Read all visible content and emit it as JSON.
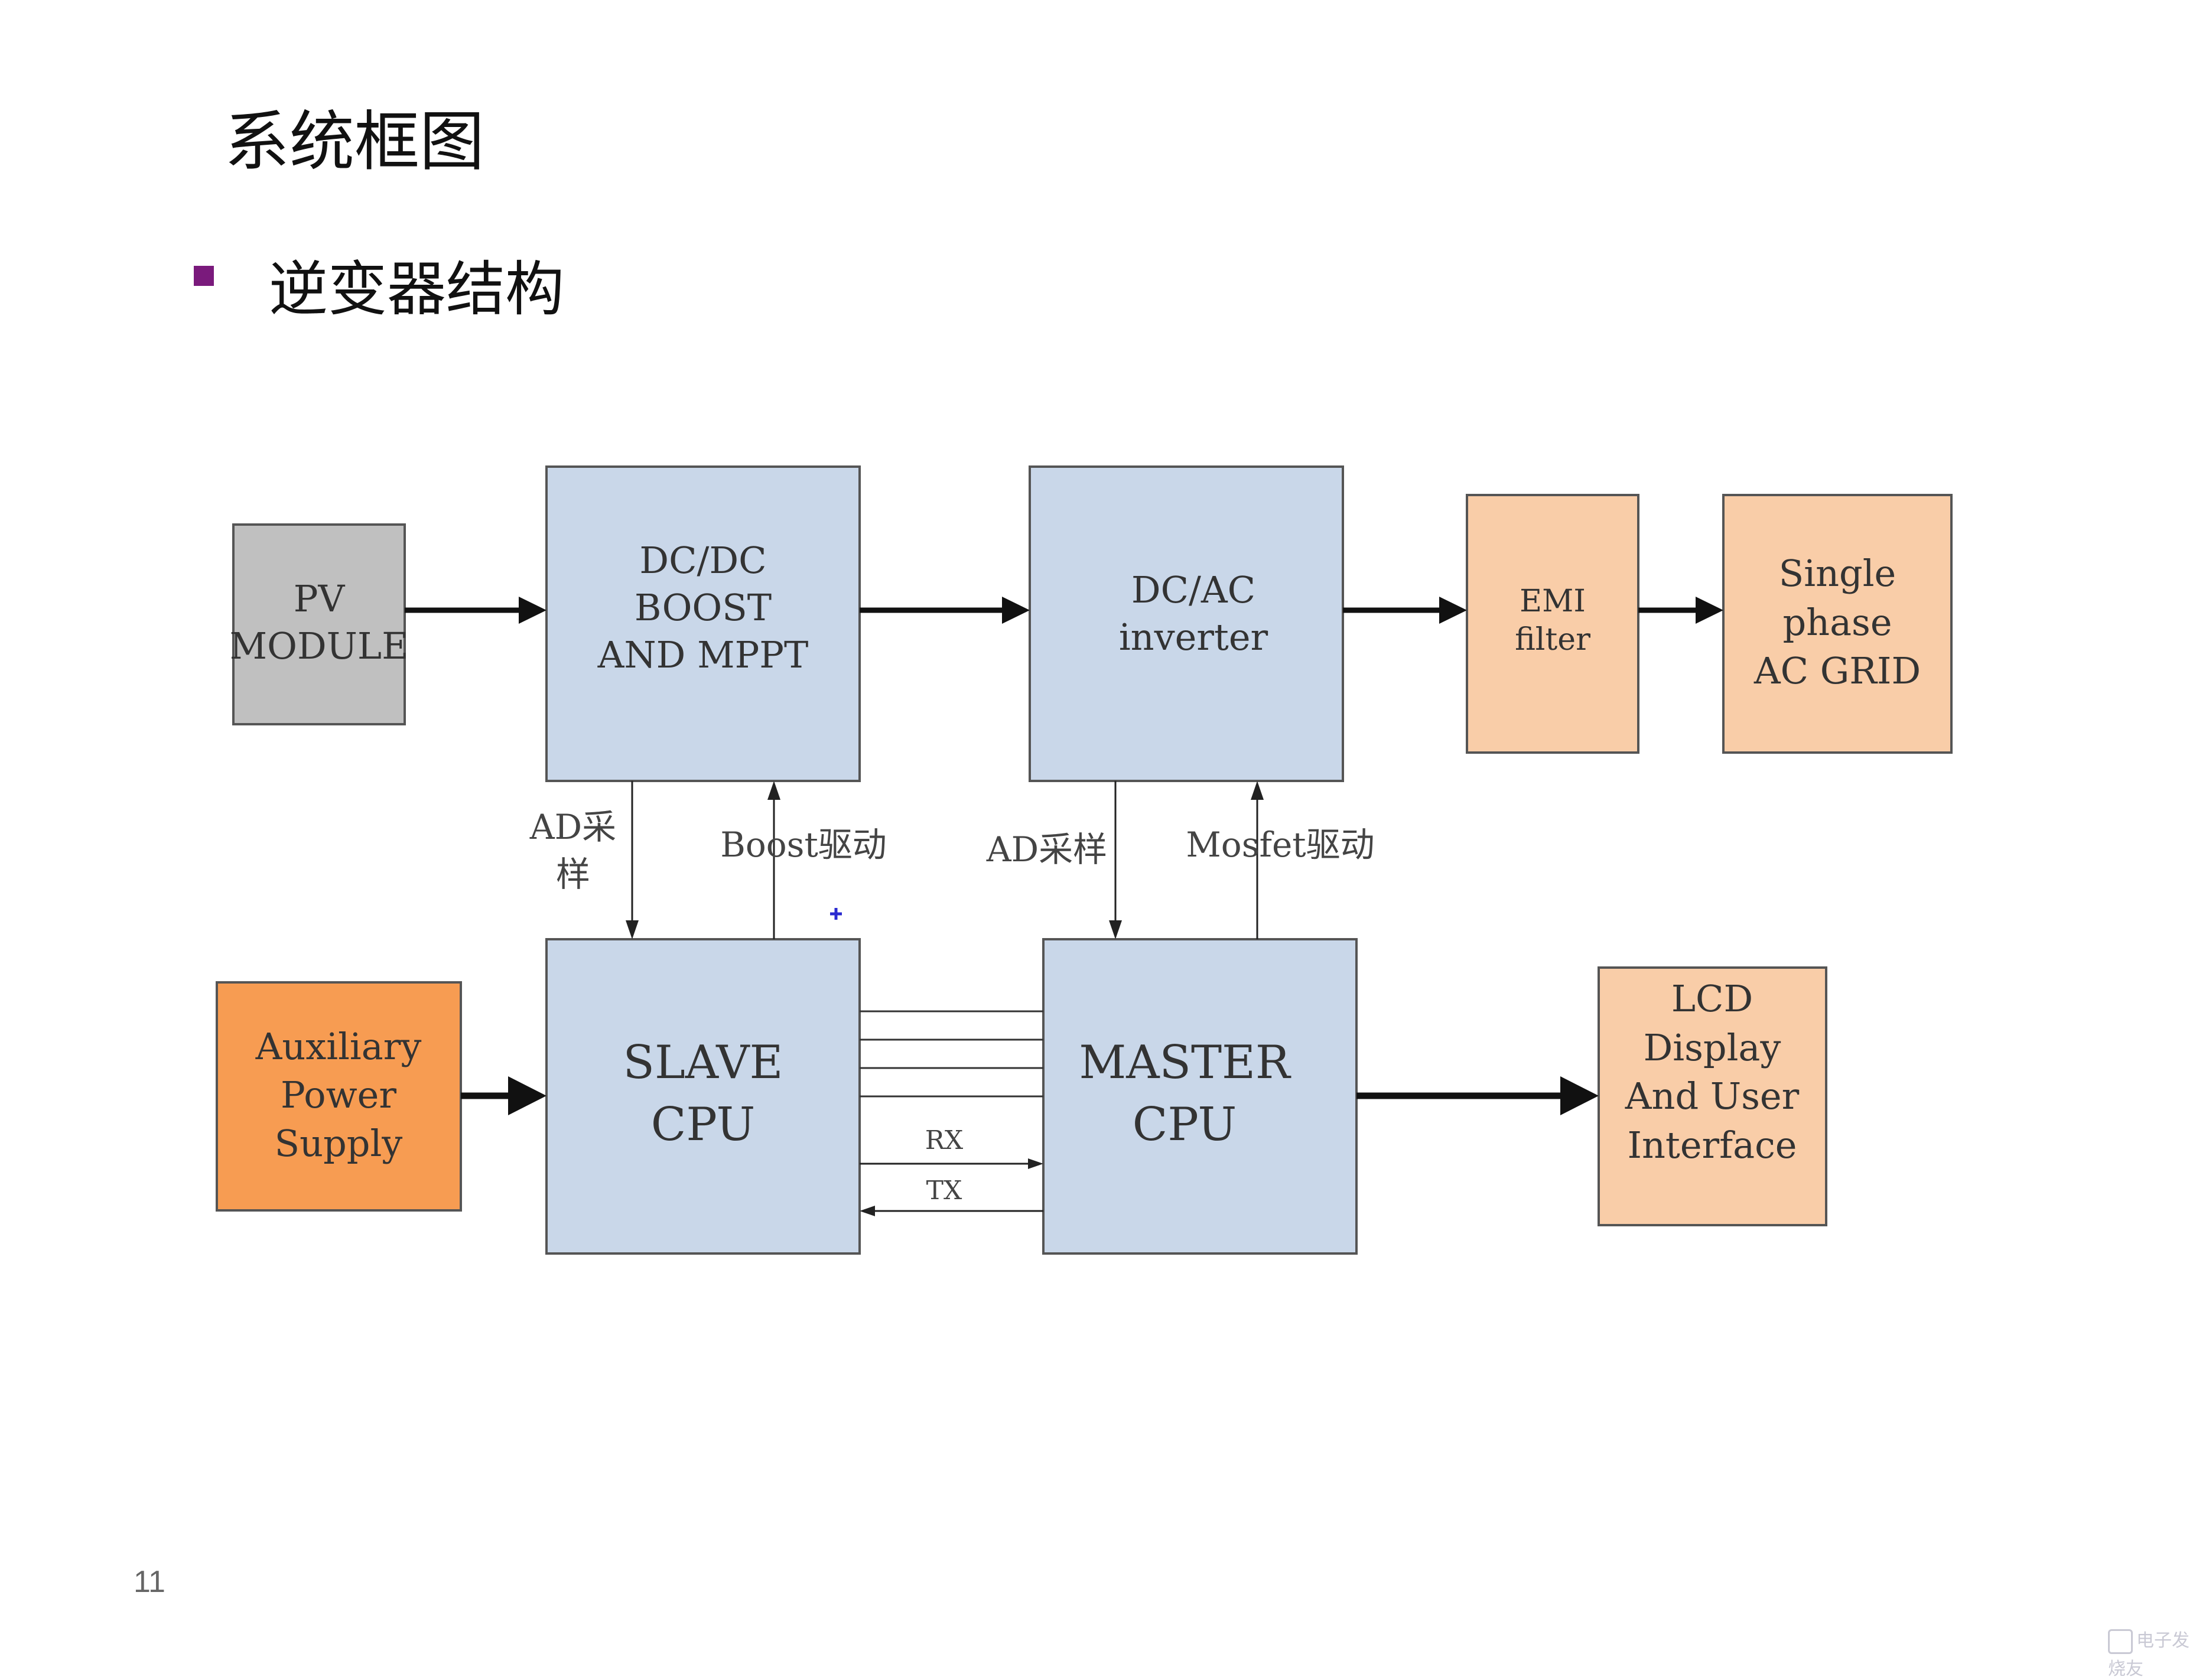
{
  "title": "系统框图",
  "bullet": "逆变器结构",
  "page_number": "11",
  "colors": {
    "blue_box": "#c9d7e9",
    "gray_box": "#c0c0c0",
    "peach_box": "#f9cda8",
    "orange_box": "#f79c52",
    "bullet": "#7a1a7c"
  },
  "blocks": {
    "pv": [
      "PV",
      "MODULE"
    ],
    "boost": [
      "DC/DC",
      "BOOST",
      "AND MPPT"
    ],
    "inverter": [
      "DC/AC",
      "inverter"
    ],
    "emi": [
      "EMI",
      "filter"
    ],
    "grid": [
      "Single",
      "phase",
      "AC GRID"
    ],
    "aux": [
      "Auxiliary",
      "Power",
      "Supply"
    ],
    "slave": [
      "SLAVE",
      "CPU"
    ],
    "master": [
      "MASTER",
      "CPU"
    ],
    "lcd": [
      "LCD",
      "Display",
      "And User",
      "Interface"
    ]
  },
  "labels": {
    "ad1": [
      "AD采",
      "样"
    ],
    "boost_drive": "Boost驱动",
    "ad2": "AD采样",
    "mosfet_drive": "Mosfet驱动",
    "rx": "RX",
    "tx": "TX"
  },
  "watermark": "电子发烧友"
}
